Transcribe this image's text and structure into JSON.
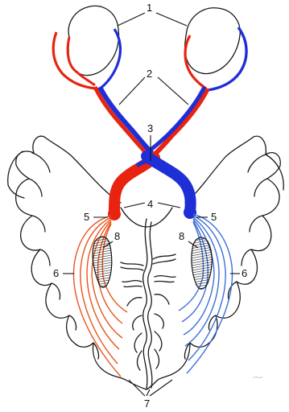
{
  "labels": {
    "n1": "1",
    "n2": "2",
    "n3": "3",
    "n4": "4",
    "n5_left": "5",
    "n5_right": "5",
    "n6_left": "6",
    "n6_right": "6",
    "n7": "7",
    "n8_left": "8",
    "n8_right": "8"
  },
  "colors": {
    "left_pathway": "#e8230f",
    "right_pathway": "#1f2fd6",
    "left_radiation": "#e8551c",
    "right_radiation": "#3d6fd6",
    "outline": "#1a1a1a"
  }
}
